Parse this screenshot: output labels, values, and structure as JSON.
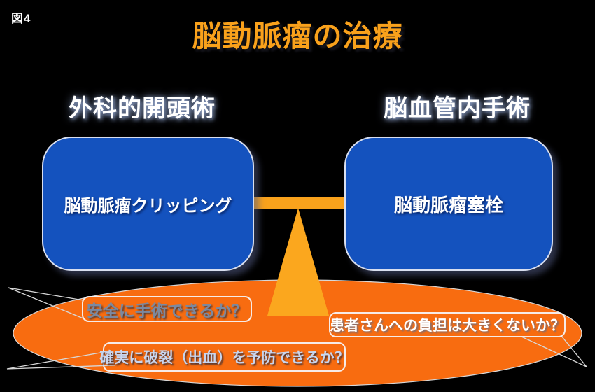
{
  "figure_label": "図4",
  "title": "脳動脈瘤の治療",
  "left_side": {
    "heading": "外科的開頭術",
    "box_label": "脳動脈瘤クリッピング"
  },
  "right_side": {
    "heading": "脳血管内手術",
    "box_label": "脳動脈瘤塞栓"
  },
  "questions": {
    "surgery_safety": "安全に手術できるか？",
    "rupture_prevention": "確実に破裂（出血）を予防できるか？",
    "patient_burden": "患者さんへの負担は大きくないか？"
  },
  "colors": {
    "background": "#000000",
    "title_text": "#F9A11B",
    "heading_text": "#FFFFFF",
    "box_fill": "#1452BE",
    "box_border": "#D9DFEF",
    "box_text": "#FFFFFF",
    "beam_fill": "#F9A21C",
    "triangle_fill": "#FBA71E",
    "ellipse_fill": "#F86C10",
    "ellipse_outline": "#D8D8D8",
    "question_safety_text": "#7B89A0",
    "question_rupture_text": "#C8D5EE",
    "question_burden_text": "#FFFFFF"
  }
}
